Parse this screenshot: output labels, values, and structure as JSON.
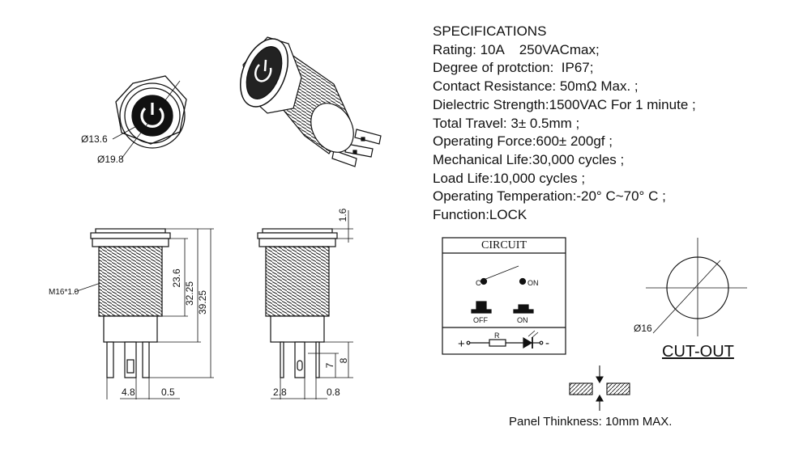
{
  "specifications": {
    "heading": "SPECIFICATIONS",
    "lines": [
      "Rating: 10A    250VACmax;",
      "Degree of protction:  IP67;",
      "Contact Resistance: 50mΩ Max. ;",
      "Dielectric Strength:1500VAC For 1 minute ;",
      "Total Travel: 3± 0.5mm ;",
      "Operating Force:600± 200gf ;",
      "Mechanical Life:30,000 cycles ;",
      "Load Life:10,000 cycles ;",
      "Operating Temperation:-20° C~70° C ;",
      "Function:LOCK"
    ]
  },
  "top_view": {
    "dim_inner": "Ø13.6",
    "dim_outer": "Ø19.8"
  },
  "side_view": {
    "thread_label": "M16*1.0",
    "dim_23_6": "23.6",
    "dim_32_25": "32.25",
    "dim_39_25": "39.25",
    "dim_4_8": "4.8",
    "dim_0_5": "0.5"
  },
  "side_view_2": {
    "dim_1_6": "1.6",
    "dim_7": "7",
    "dim_8": "8",
    "dim_2_8": "2.8",
    "dim_0_8": "0.8"
  },
  "circuit": {
    "title": "CIRCUIT",
    "c_label": "C",
    "on_label": "ON",
    "off_caption": "OFF",
    "on_caption": "ON",
    "resistor_label": "R",
    "plus": "+",
    "minus": "-"
  },
  "cutout": {
    "diameter": "Ø16",
    "title": "CUT-OUT"
  },
  "panel": {
    "note": "Panel Thinkness: 10mm MAX."
  }
}
